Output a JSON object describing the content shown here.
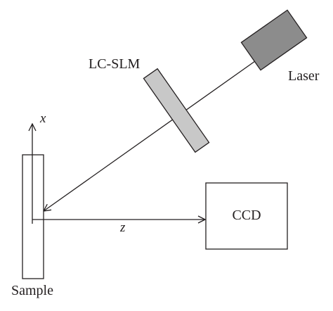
{
  "labels": {
    "laser": "Laser",
    "slm": "LC-SLM",
    "ccd": "CCD",
    "sample": "Sample",
    "x_axis": "x",
    "z_axis": "z"
  },
  "colors": {
    "line": "#231f20",
    "laser_fill": "#8c8c8c",
    "slm_fill": "#c8c8c8",
    "ccd_fill": "#ffffff",
    "sample_fill": "#ffffff"
  }
}
